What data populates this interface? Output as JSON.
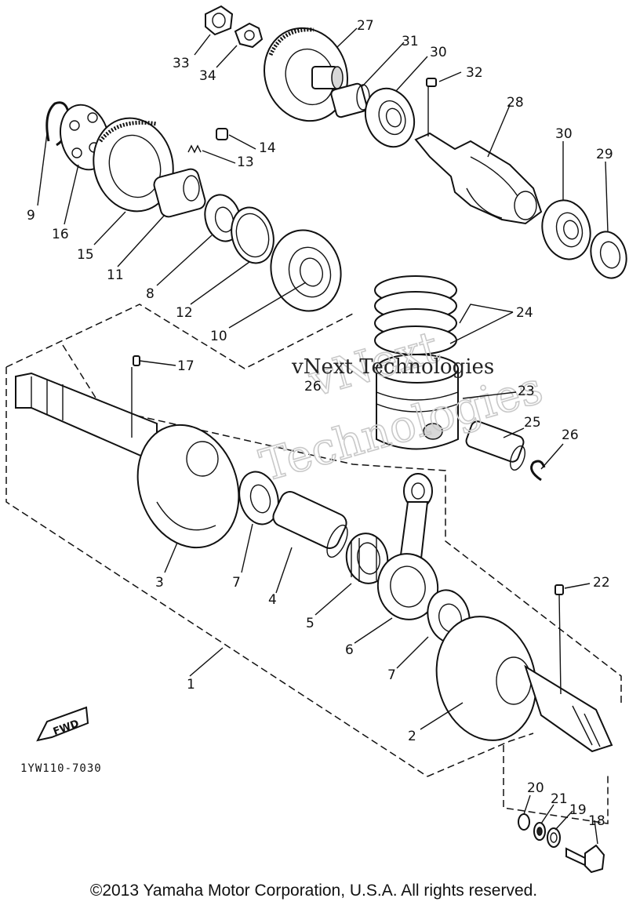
{
  "diagram": {
    "part_numbers": [
      "1",
      "2",
      "3",
      "4",
      "5",
      "6",
      "7",
      "8",
      "9",
      "10",
      "11",
      "12",
      "13",
      "14",
      "15",
      "16",
      "17",
      "18",
      "19",
      "20",
      "21",
      "22",
      "23",
      "24",
      "25",
      "26",
      "27",
      "28",
      "29",
      "30",
      "31",
      "32",
      "33",
      "34"
    ],
    "labels": {
      "n1": "1",
      "n2": "2",
      "n3": "3",
      "n4": "4",
      "n5": "5",
      "n6": "6",
      "n7a": "7",
      "n7b": "7",
      "n8": "8",
      "n9": "9",
      "n10": "10",
      "n11": "11",
      "n12": "12",
      "n13": "13",
      "n14": "14",
      "n15": "15",
      "n16": "16",
      "n17": "17",
      "n18": "18",
      "n19": "19",
      "n20": "20",
      "n21": "21",
      "n22": "22",
      "n23": "23",
      "n24": "24",
      "n25": "25",
      "n26a": "26",
      "n26b": "26",
      "n27": "27",
      "n28": "28",
      "n29": "29",
      "n30a": "30",
      "n30b": "30",
      "n31": "31",
      "n32": "32",
      "n33": "33",
      "n34": "34"
    },
    "fwd_label": "FWD",
    "drawing_code": "1YW110-7030"
  },
  "watermark": {
    "line1": "vNext",
    "line2": "Technologies",
    "small": "vNext Technologies"
  },
  "footer": {
    "copyright": "©2013 Yamaha Motor Corporation, U.S.A. All rights reserved."
  }
}
